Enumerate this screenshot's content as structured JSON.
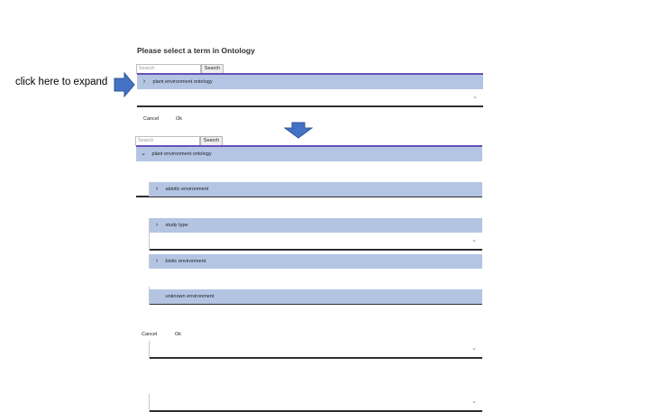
{
  "annotation": {
    "text": "click here to expand",
    "arrow_color": "#4472c4"
  },
  "dialog": {
    "title": "Please select a term in Ontology"
  },
  "before": {
    "search": {
      "placeholder": "Search",
      "button": "Search"
    },
    "root": {
      "label": "plant environment ontology",
      "chevron": "›",
      "expanded": false
    },
    "footer": {
      "cancel": "Cancel",
      "ok": "Ok"
    }
  },
  "after": {
    "search": {
      "placeholder": "Search",
      "button": "Search"
    },
    "root": {
      "label": "plant environment ontology",
      "chevron": "⌄",
      "expanded": true
    },
    "children": [
      {
        "label": "abiotic environment",
        "chevron": "›"
      },
      {
        "label": "study type",
        "chevron": "›"
      },
      {
        "label": "biotic environment",
        "chevron": "›"
      },
      {
        "label": "unknown environment",
        "chevron": ""
      }
    ],
    "footer": {
      "cancel": "Cancel",
      "ok": "Ok"
    }
  },
  "colors": {
    "row_header": "#b4c5e4",
    "accent_line": "#6a4fb8"
  }
}
